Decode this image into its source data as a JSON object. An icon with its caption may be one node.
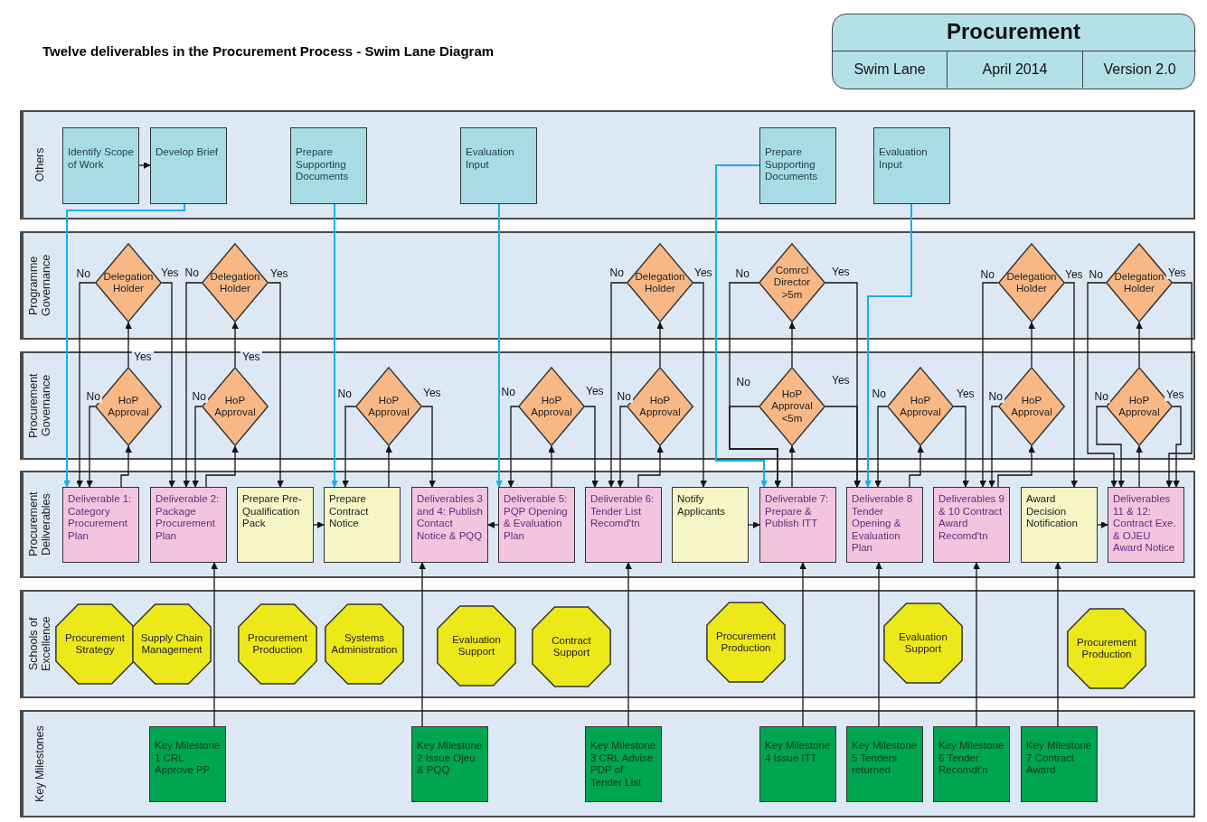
{
  "diagram": {
    "title": "Twelve deliverables in the Procurement Process - Swim Lane Diagram",
    "nodes": [
      {
        "text": [
          "Procurement",
          "Swim Lane",
          "April 2014",
          "Version 2.0"
        ]
      },
      {
        "text": [
          "Others"
        ]
      },
      {
        "text": [
          "Identify Scope of Work"
        ],
        "in": 1
      },
      {
        "text": [
          "Develop Brief"
        ],
        "in": 1
      },
      {
        "text": [
          "Prepare Supporting Documents"
        ],
        "in": 1
      },
      {
        "text": [
          "Evaluation Input"
        ],
        "in": 1
      },
      {
        "text": [
          "Prepare Supporting Documents"
        ],
        "in": 1
      },
      {
        "text": [
          "Evaluation Input"
        ],
        "in": 1
      },
      {
        "text": [
          "Programme Governance"
        ]
      },
      {
        "text": [
          "Delegation Holder"
        ],
        "in": 8
      },
      {
        "text": [
          "Delegation Holder"
        ],
        "in": 8
      },
      {
        "text": [
          "Delegation Holder"
        ],
        "in": 8
      },
      {
        "text": [
          "Comrcl Director >5m"
        ],
        "in": 8
      },
      {
        "text": [
          "Delegation Holder"
        ],
        "in": 8
      },
      {
        "text": [
          "Delegation Holder"
        ],
        "in": 8
      },
      {
        "text": [
          "Procurement Governance"
        ]
      },
      {
        "text": [
          "HoP Approval"
        ],
        "in": 15
      },
      {
        "text": [
          "HoP Approval"
        ],
        "in": 15
      },
      {
        "text": [
          "HoP Approval"
        ],
        "in": 15
      },
      {
        "text": [
          "HoP Approval"
        ],
        "in": 15
      },
      {
        "text": [
          "HoP Approval"
        ],
        "in": 15
      },
      {
        "text": [
          "HoP Approval <5m"
        ],
        "in": 15
      },
      {
        "text": [
          "HoP Approval"
        ],
        "in": 15
      },
      {
        "text": [
          "HoP Approval"
        ],
        "in": 15
      },
      {
        "text": [
          "HoP Approval"
        ],
        "in": 15
      },
      {
        "text": [
          "Procurement Deliverables"
        ]
      },
      {
        "text": [
          "Deliverable 1: Category Procurement Plan"
        ],
        "in": 25
      },
      {
        "text": [
          "Deliverable 2: Package Procurement Plan"
        ],
        "in": 25
      },
      {
        "text": [
          "Prepare Pre-Qualification Pack"
        ],
        "in": 25
      },
      {
        "text": [
          "Prepare Contract Notice"
        ],
        "in": 25
      },
      {
        "text": [
          "Deliverables 3 and 4: Publish Contact Notice & PQQ"
        ],
        "in": 25
      },
      {
        "text": [
          "Deliverable 5: PQP Opening & Evaluation Plan"
        ],
        "in": 25
      },
      {
        "text": [
          "Deliverable 6: Tender List Recomd'tn"
        ],
        "in": 25
      },
      {
        "text": [
          "Notify Applicants"
        ],
        "in": 25
      },
      {
        "text": [
          "Deliverable 7: Prepare & Publish ITT"
        ],
        "in": 25
      },
      {
        "text": [
          "Deliverable 8 Tender Opening & Evaluation Plan"
        ],
        "in": 25
      },
      {
        "text": [
          "Deliverables 9 & 10 Contract Award Recomd'tn"
        ],
        "in": 25
      },
      {
        "text": [
          "Award Decision Notification"
        ],
        "in": 25
      },
      {
        "text": [
          "Deliverables 11 & 12: Contract Exe. & OJEU Award Notice"
        ],
        "in": 25
      },
      {
        "text": [
          "Schools of Excellence"
        ]
      },
      {
        "text": [
          "Procurement Strategy"
        ],
        "in": 39
      },
      {
        "text": [
          "Supply Chain Management"
        ],
        "in": 39
      },
      {
        "text": [
          "Procurement Production"
        ],
        "in": 39
      },
      {
        "text": [
          "Systems Administration"
        ],
        "in": 39
      },
      {
        "text": [
          "Evaluation Support"
        ],
        "in": 39
      },
      {
        "text": [
          "Contract Support"
        ],
        "in": 39
      },
      {
        "text": [
          "Procurement Production"
        ],
        "in": 39
      },
      {
        "text": [
          "Evaluation Support"
        ],
        "in": 39
      },
      {
        "text": [
          "Procurement Production"
        ],
        "in": 39
      },
      {
        "text": [
          "Key Milestones"
        ]
      },
      {
        "text": [
          "Key Milestone 1 CRL Approve PP"
        ],
        "in": 49
      },
      {
        "text": [
          "Key Milestone 2 Issue Ojeu & PQQ"
        ],
        "in": 49
      },
      {
        "text": [
          "Key Milestone 3 CRL Advise PDP of Tender List"
        ],
        "in": 49
      },
      {
        "text": [
          "Key Milestone 4 Issue ITT"
        ],
        "in": 49
      },
      {
        "text": [
          "Key Milestone 5 Tenders returned"
        ],
        "in": 49
      },
      {
        "text": [
          "Key Milestone 6 Tender Recomdt'n"
        ],
        "in": 49
      },
      {
        "text": [
          "Key Milestone 7 Contract Award"
        ],
        "in": 49
      }
    ],
    "edges": [
      {
        "from": 2,
        "to": 3,
        "arrow": "to"
      },
      {
        "from": 3,
        "to": 26,
        "arrow": "to",
        "color": "#1aaee5"
      },
      {
        "from": 4,
        "to": 29,
        "arrow": "to",
        "color": "#1aaee5"
      },
      {
        "from": 5,
        "to": 31,
        "arrow": "to",
        "color": "#1aaee5"
      },
      {
        "from": 6,
        "to": 34,
        "arrow": "to",
        "color": "#1aaee5"
      },
      {
        "from": 7,
        "to": 35,
        "arrow": "to",
        "color": "#1aaee5"
      },
      {
        "from": 26,
        "to": 16,
        "arrow": "to"
      },
      {
        "from": 16,
        "to": 9,
        "arrow": "to",
        "label": "Yes"
      },
      {
        "from": 16,
        "to": 26,
        "arrow": "to",
        "label": "No"
      },
      {
        "from": 9,
        "to": 26,
        "arrow": "to",
        "label": "No"
      },
      {
        "from": 9,
        "to": 27,
        "arrow": "to",
        "label": "Yes"
      },
      {
        "from": 27,
        "to": 17,
        "arrow": "to"
      },
      {
        "from": 17,
        "to": 10,
        "arrow": "to",
        "label": "Yes"
      },
      {
        "from": 17,
        "to": 27,
        "arrow": "to",
        "label": "No"
      },
      {
        "from": 10,
        "to": 27,
        "arrow": "to",
        "label": "No"
      },
      {
        "from": 10,
        "to": 28,
        "arrow": "to",
        "label": "Yes"
      },
      {
        "from": 28,
        "to": 29,
        "arrow": "to"
      },
      {
        "from": 29,
        "to": 18,
        "arrow": "to"
      },
      {
        "from": 18,
        "to": 29,
        "arrow": "to",
        "label": "No"
      },
      {
        "from": 18,
        "to": 30,
        "arrow": "to",
        "label": "Yes"
      },
      {
        "from": 31,
        "to": 30,
        "arrow": "to"
      },
      {
        "from": 31,
        "to": 19,
        "arrow": "to"
      },
      {
        "from": 19,
        "to": 31,
        "arrow": "to",
        "label": "No"
      },
      {
        "from": 19,
        "to": 32,
        "arrow": "to",
        "label": "Yes"
      },
      {
        "from": 32,
        "to": 20,
        "arrow": "to"
      },
      {
        "from": 20,
        "to": 11,
        "arrow": "to"
      },
      {
        "from": 20,
        "to": 32,
        "arrow": "to",
        "label": "No"
      },
      {
        "from": 11,
        "to": 32,
        "arrow": "to",
        "label": "No"
      },
      {
        "from": 11,
        "to": 33,
        "arrow": "to",
        "label": "Yes"
      },
      {
        "from": 33,
        "to": 34,
        "arrow": "to"
      },
      {
        "from": 34,
        "to": 21,
        "arrow": "to"
      },
      {
        "from": 21,
        "to": 12,
        "arrow": "to"
      },
      {
        "from": 21,
        "to": 34,
        "arrow": "to",
        "label": "No"
      },
      {
        "from": 12,
        "to": 34,
        "arrow": "to",
        "label": "No"
      },
      {
        "from": 12,
        "to": 35,
        "arrow": "to",
        "label": "Yes"
      },
      {
        "from": 21,
        "to": 35,
        "arrow": "to",
        "label": "Yes"
      },
      {
        "from": 35,
        "to": 22,
        "arrow": "to"
      },
      {
        "from": 22,
        "to": 35,
        "arrow": "to",
        "label": "No"
      },
      {
        "from": 22,
        "to": 36,
        "arrow": "to",
        "label": "Yes"
      },
      {
        "from": 36,
        "to": 23,
        "arrow": "to"
      },
      {
        "from": 23,
        "to": 13,
        "arrow": "to"
      },
      {
        "from": 23,
        "to": 36,
        "arrow": "to",
        "label": "No"
      },
      {
        "from": 13,
        "to": 36,
        "arrow": "to",
        "label": "No"
      },
      {
        "from": 13,
        "to": 37,
        "arrow": "to",
        "label": "Yes"
      },
      {
        "from": 37,
        "to": 38,
        "arrow": "to"
      },
      {
        "from": 38,
        "to": 24,
        "arrow": "to"
      },
      {
        "from": 24,
        "to": 14,
        "arrow": "to"
      },
      {
        "from": 24,
        "to": 38,
        "arrow": "to",
        "label": "No"
      },
      {
        "from": 24,
        "to": 38,
        "arrow": "to",
        "label": "Yes"
      },
      {
        "from": 14,
        "to": 38,
        "arrow": "to",
        "label": "No"
      },
      {
        "from": 14,
        "to": 38,
        "arrow": "to",
        "label": "Yes"
      },
      {
        "from": 50,
        "to": 27,
        "arrow": "to"
      },
      {
        "from": 51,
        "to": 30,
        "arrow": "to"
      },
      {
        "from": 52,
        "to": 32,
        "arrow": "to"
      },
      {
        "from": 53,
        "to": 34,
        "arrow": "to"
      },
      {
        "from": 54,
        "to": 35,
        "arrow": "to"
      },
      {
        "from": 55,
        "to": 36,
        "arrow": "to"
      },
      {
        "from": 56,
        "to": 37,
        "arrow": "to"
      }
    ]
  }
}
